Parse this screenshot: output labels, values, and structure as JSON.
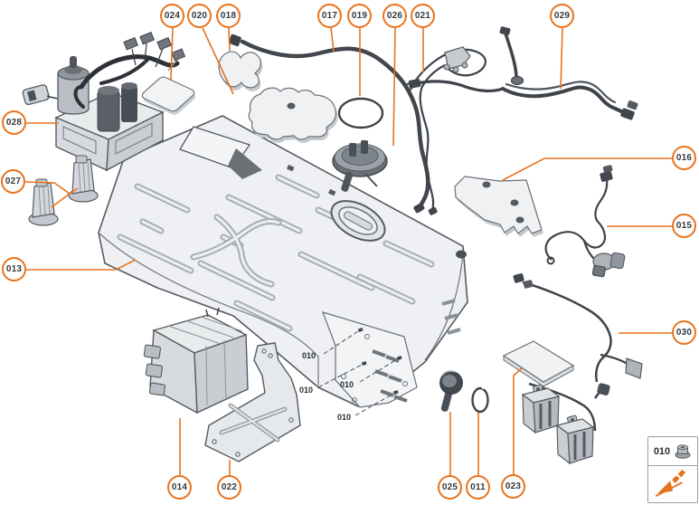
{
  "colors": {
    "accent": "#E8731E",
    "outline": "#565b61",
    "part_fill": "#eef0f3",
    "dark_part": "#3e434a"
  },
  "labels": {
    "fastener": "010"
  },
  "legend": {
    "fastener_code": "010",
    "nut_icon": "hex-nut-icon",
    "direction_icon": "front-direction-arrow-icon"
  },
  "callouts": {
    "c011": "011",
    "c013": "013",
    "c014": "014",
    "c015": "015",
    "c016": "016",
    "c017": "017",
    "c018": "018",
    "c019": "019",
    "c020": "020",
    "c021": "021",
    "c022": "022",
    "c023": "023",
    "c024": "024",
    "c025": "025",
    "c026": "026",
    "c027": "027",
    "c028": "028",
    "c029": "029",
    "c030": "030"
  }
}
